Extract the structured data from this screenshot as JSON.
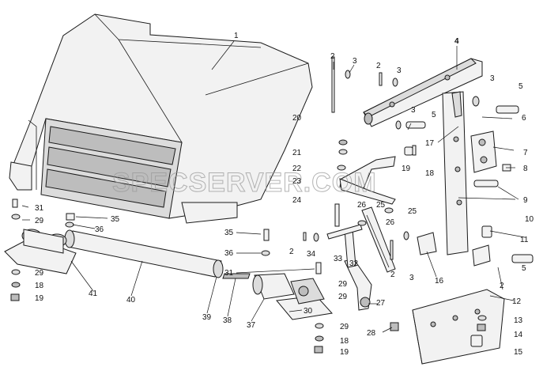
{
  "watermark": "SPECSERVER.COM",
  "callouts": {
    "c1": "1",
    "c2a": "2",
    "c2b": "2",
    "c2c": "2",
    "c2d": "2",
    "c2e": "2",
    "c3a": "3",
    "c3b": "3",
    "c3c": "3",
    "c3d": "3",
    "c3e": "3",
    "c4": "4",
    "c5a": "5",
    "c5b": "5",
    "c5c": "5",
    "c6": "6",
    "c7": "7",
    "c8": "8",
    "c9": "9",
    "c10": "10",
    "c11": "11",
    "c12": "12",
    "c13": "13",
    "c14": "14",
    "c15": "15",
    "c16": "16",
    "c17": "17",
    "c18a": "18",
    "c18b": "18",
    "c18c": "18",
    "c19a": "19",
    "c19b": "19",
    "c19c": "19",
    "c20": "20",
    "c21": "21",
    "c22": "22",
    "c23": "23",
    "c24": "24",
    "c25a": "25",
    "c25b": "25",
    "c26a": "26",
    "c26b": "26",
    "c27": "27",
    "c28": "28",
    "c29a": "29",
    "c29b": "29",
    "c29c": "29",
    "c29d": "29",
    "c30": "30",
    "c31a": "31",
    "c31b": "31",
    "c32": "32",
    "c33": "33",
    "c34": "34",
    "c35a": "35",
    "c35b": "35",
    "c36a": "36",
    "c36b": "36",
    "c37": "37",
    "c38": "38",
    "c39": "39",
    "c40": "40",
    "c41": "41"
  }
}
